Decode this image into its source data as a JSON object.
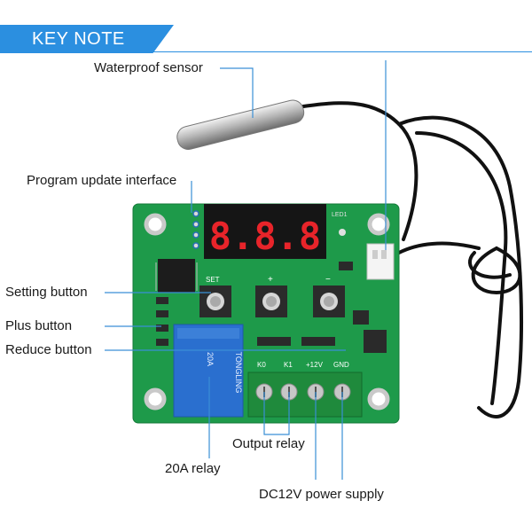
{
  "header": {
    "title": "KEY NOTE"
  },
  "labels": {
    "waterproof_sensor": "Waterproof sensor",
    "program_update": "Program update interface",
    "setting_button": "Setting button",
    "plus_button": "Plus button",
    "reduce_button": "Reduce button",
    "output_relay": "Output relay",
    "relay_20a": "20A relay",
    "power_supply": "DC12V  power supply"
  },
  "board": {
    "display_digits": "8.8.8",
    "silkscreen": {
      "set": "SET",
      "plus": "+",
      "minus": "−",
      "led": "LED1",
      "k0": "K0",
      "k1": "K1",
      "v12": "+12V",
      "gnd": "GND",
      "relay_brand": "TONGLING",
      "relay_rating": "20A"
    }
  },
  "colors": {
    "header_blue": "#2b8fe0",
    "callout_blue": "#3a8fd6",
    "pcb_green": "#1e9a4a",
    "display_red": "#e8242a",
    "relay_blue": "#2a6fcf",
    "terminal_green": "#1f8a3c"
  }
}
